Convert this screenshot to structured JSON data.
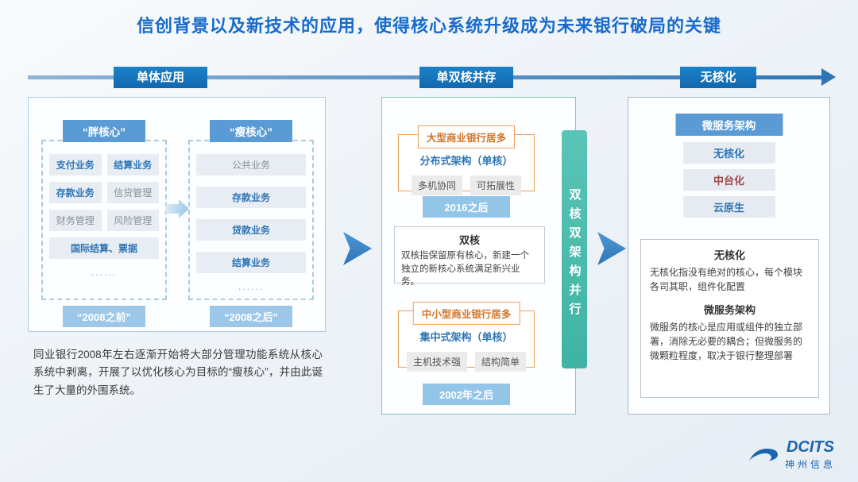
{
  "title": "信创背景以及新技术的应用，使得核心系统升级成为未来银行破局的关键",
  "timeline": {
    "stage1": "单体应用",
    "stage2": "单双核并存",
    "stage3": "无核化"
  },
  "monolith": {
    "fat_core": {
      "title": "“胖核心”",
      "items": [
        {
          "label": "支付业务"
        },
        {
          "label": "结算业务"
        },
        {
          "label": "存款业务"
        },
        {
          "label": "信贷管理"
        },
        {
          "label": "财务管理"
        },
        {
          "label": "风险管理"
        },
        {
          "label": "国际结算、票据"
        }
      ],
      "ellipsis": "......",
      "period": "“2008之前”"
    },
    "thin_core": {
      "title": "“瘦核心”",
      "items": [
        {
          "label": "公共业务"
        },
        {
          "label": "存款业务"
        },
        {
          "label": "贷款业务"
        },
        {
          "label": "结算业务"
        }
      ],
      "ellipsis": "......",
      "period": "“2008之后”"
    },
    "description": "同业银行2008年左右逐渐开始将大部分管理功能系统从核心系统中剥离，开展了以优化核心为目标的“瘦核心”，并由此诞生了大量的外围系统。"
  },
  "dual_core": {
    "large_banks": {
      "header": "大型商业银行居多",
      "architecture": "分布式架构（单核）",
      "tags": [
        "多机协同",
        "可拓展性"
      ],
      "period": "2016之后"
    },
    "dual": {
      "title": "双核",
      "description": "双核指保留原有核心，新建一个独立的新核心系统满足新兴业务。"
    },
    "small_banks": {
      "header": "中小型商业银行居多",
      "architecture": "集中式架构（单核）",
      "tags": [
        "主机技术强",
        "结构简单"
      ],
      "period": "2002年之后"
    },
    "side_bar": "双核双架构并行"
  },
  "coreless": {
    "header": "微服务架构",
    "items": [
      "无核化",
      "中台化",
      "云原生"
    ],
    "detail": {
      "title1": "无核化",
      "text1": "无核化指没有绝对的核心，每个模块各司其职，组件化配置",
      "title2": "微服务架构",
      "text2": "微服务的核心是应用或组件的独立部署，消除无必要的耦合；但微服务的微颗粒程度，取决于银行整理部署"
    }
  },
  "logo": {
    "name": "DCITS",
    "company": "神州信息"
  },
  "colors": {
    "title_blue": "#176BCC",
    "stage_bg": "#1475BF",
    "header_blue": "#5B9BD5",
    "accent_blue": "#2E75B6",
    "teal_bar": "#4CBCAD",
    "orange_border": "#EDA05A",
    "orange_text": "#D0762B",
    "period_chip_bg": "#9CC7E9"
  }
}
